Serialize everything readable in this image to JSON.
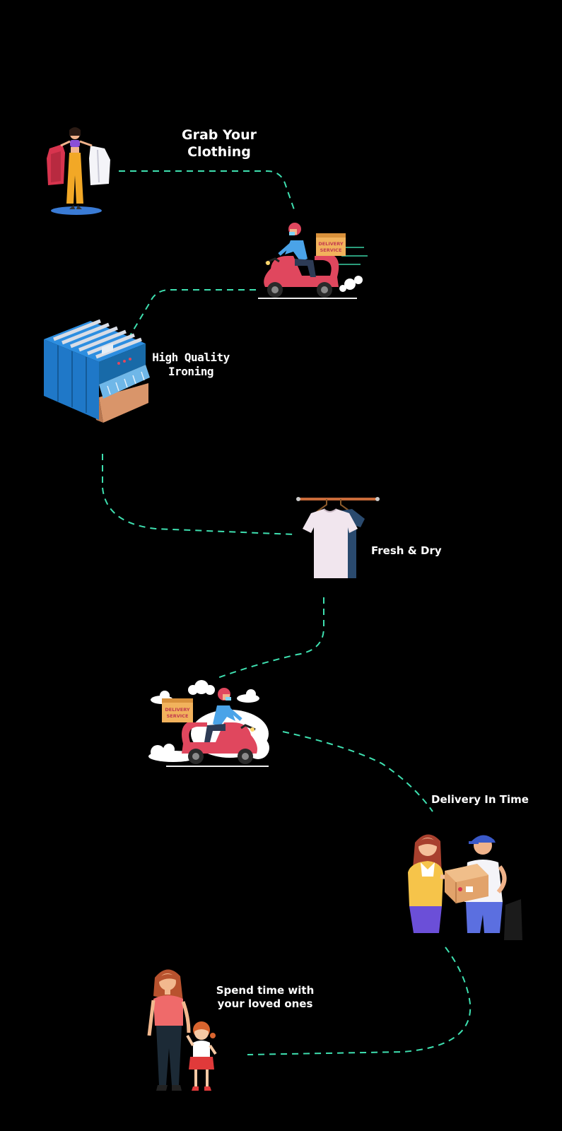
{
  "steps": [
    {
      "id": "grab",
      "lines": [
        "Grab Your",
        "Clothing"
      ],
      "icon": "woman-holding-clothes-icon"
    },
    {
      "id": "pickup",
      "lines": [],
      "icon": "delivery-scooter-icon",
      "box_text": [
        "DELIVERY",
        "SERVICE"
      ]
    },
    {
      "id": "ironing",
      "lines": [
        "High Quality",
        "Ironing"
      ],
      "icon": "ironing-machine-icon"
    },
    {
      "id": "fresh",
      "lines": [
        "Fresh & Dry"
      ],
      "icon": "shirts-on-hanger-icon"
    },
    {
      "id": "dropoff",
      "lines": [],
      "icon": "delivery-scooter-clouds-icon",
      "box_text": [
        "DELIVERY",
        "SERVICE"
      ]
    },
    {
      "id": "delivery",
      "lines": [
        "Delivery In Time"
      ],
      "icon": "courier-handing-package-icon"
    },
    {
      "id": "family",
      "lines": [
        "Spend time with",
        "your loved ones"
      ],
      "icon": "mother-and-child-icon"
    }
  ],
  "colors": {
    "background": "#000000",
    "path": "#3ee0b0",
    "text": "#ffffff",
    "scooter": "#e0475e",
    "box": "#f2b25c",
    "machine_blue": "#1f78c8",
    "rider_shirt": "#4aa3e8"
  }
}
